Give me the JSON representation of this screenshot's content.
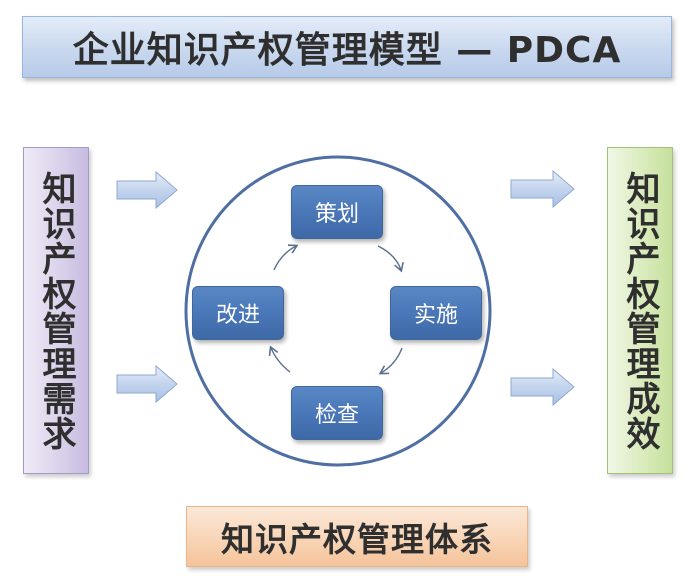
{
  "title": "企业知识产权管理模型 — PDCA",
  "left_box": "知识产权管理需求",
  "right_box": "知识产权管理成效",
  "bottom_box": "知识产权管理体系",
  "cycle": {
    "plan": "策划",
    "do": "实施",
    "check": "检查",
    "act": "改进"
  },
  "colors": {
    "title_fill": "#c9d8ef",
    "left_fill": "#d9d0ea",
    "right_fill": "#d8eab9",
    "bottom_fill": "#f8d3b3",
    "stage_fill": "#4a77b8",
    "circle_stroke": "#4f6fa3",
    "arrow_fill": "#c3d4ee"
  }
}
